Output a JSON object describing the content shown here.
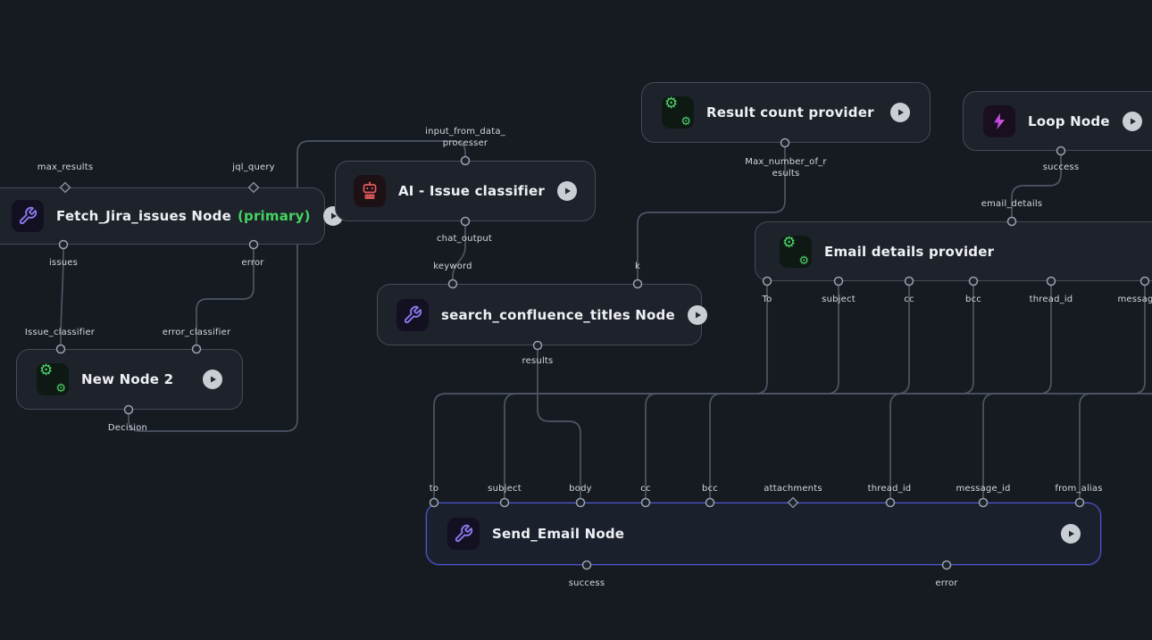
{
  "canvas": {
    "type": "workflow-node-editor",
    "colors": {
      "background": "#161A21",
      "node_fill": "#1D222B",
      "node_border": "#454C58",
      "wire": "#4E5565",
      "selection": "#5059D6",
      "primary_green": "#45D35F",
      "wrench_purple": "#8B7CF3",
      "robot_red": "#E25C5C",
      "gear_green": "#4FD56B",
      "bolt_pink": "#E65CE0",
      "play_button_bg": "#C9CDD4"
    }
  },
  "nodes": {
    "fetch_jira": {
      "title": "Fetch_Jira_issues Node",
      "suffix": "(primary)",
      "icon": "wrench-icon",
      "ports": {
        "top": [
          {
            "label": "max_results"
          },
          {
            "label": "jql_query"
          }
        ],
        "bottom": [
          {
            "label": "issues"
          },
          {
            "label": "error"
          }
        ]
      }
    },
    "ai_classifier": {
      "title": "AI - Issue classifier",
      "icon": "robot-icon",
      "ports": {
        "top": [
          {
            "label": "input_from_data_processer"
          }
        ],
        "bottom": [
          {
            "label": "chat_output"
          }
        ]
      }
    },
    "result_count": {
      "title": "Result count provider",
      "icon": "gears-icon",
      "ports": {
        "bottom": [
          {
            "label": "Max_number_of_results"
          }
        ]
      }
    },
    "loop": {
      "title": "Loop Node",
      "icon": "lightning-icon",
      "ports": {
        "bottom": [
          {
            "label": "success"
          }
        ]
      }
    },
    "email_details": {
      "title": "Email details provider",
      "icon": "gears-icon",
      "ports": {
        "top": [
          {
            "label": "email_details"
          }
        ],
        "bottom": [
          {
            "label": "To"
          },
          {
            "label": "subject"
          },
          {
            "label": "cc"
          },
          {
            "label": "bcc"
          },
          {
            "label": "thread_id"
          },
          {
            "label": "message_id"
          }
        ]
      }
    },
    "search_confluence": {
      "title": "search_confluence_titles Node",
      "icon": "wrench-icon",
      "ports": {
        "top": [
          {
            "label": "keyword"
          },
          {
            "label": "k"
          }
        ],
        "bottom": [
          {
            "label": "results"
          }
        ]
      }
    },
    "new_node_2": {
      "title": "New Node 2",
      "icon": "gears-icon",
      "ports": {
        "top": [
          {
            "label": "Issue_classifier"
          },
          {
            "label": "error_classifier"
          }
        ],
        "bottom": [
          {
            "label": "Decision"
          }
        ]
      }
    },
    "send_email": {
      "title": "Send_Email Node",
      "icon": "wrench-icon",
      "selected": true,
      "ports": {
        "top": [
          {
            "label": "to"
          },
          {
            "label": "subject"
          },
          {
            "label": "body"
          },
          {
            "label": "cc"
          },
          {
            "label": "bcc"
          },
          {
            "label": "attachments"
          },
          {
            "label": "thread_id"
          },
          {
            "label": "message_id"
          },
          {
            "label": "from_alias"
          }
        ],
        "bottom": [
          {
            "label": "success"
          },
          {
            "label": "error"
          }
        ]
      }
    }
  }
}
